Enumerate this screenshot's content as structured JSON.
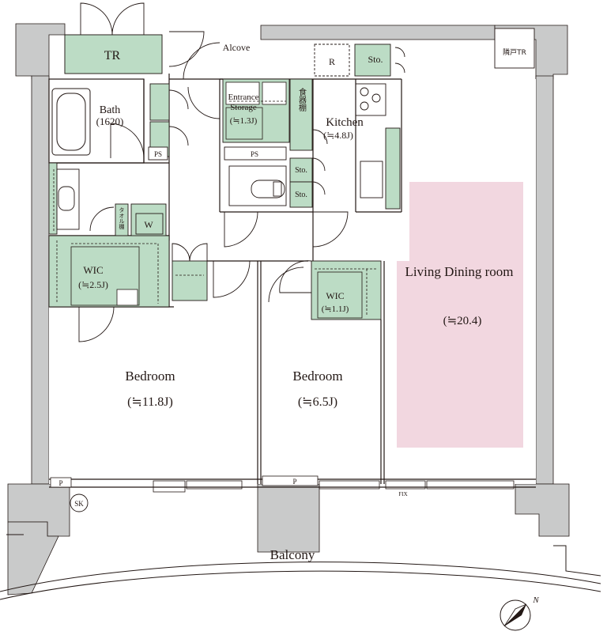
{
  "colors": {
    "wall": "#c9caca",
    "storage_fill": "#bcdcc5",
    "living_highlight": "#f2d7e0",
    "line": "#231815"
  },
  "rooms": {
    "tr_top": "TR",
    "alcove": "Alcove",
    "fridge": "R",
    "kitchen_storage": "Sto.",
    "neighbor_tr": "隣戸TR",
    "bath_name": "Bath",
    "bath_size": "(1620)",
    "entrance_storage_line1": "Entrance",
    "entrance_storage_line2": "Storage",
    "entrance_storage_size": "(≒1.3J)",
    "cupboard": "食器棚",
    "kitchen_name": "Kitchen",
    "kitchen_size": "(≒4.8J)",
    "ps_bath": "PS",
    "ps_hall": "PS",
    "sto_upper": "Sto.",
    "sto_lower": "Sto.",
    "towel_shelf": "タオル棚",
    "washer": "W",
    "wic_large_name": "WIC",
    "wic_large_size": "(≒2.5J)",
    "wic_small_name": "WIC",
    "wic_small_size": "(≒1.1J)",
    "living_name": "Living Dining room",
    "living_size": "(≒20.4)",
    "bedroom1_name": "Bedroom",
    "bedroom1_size": "(≒11.8J)",
    "bedroom2_name": "Bedroom",
    "bedroom2_size": "(≒6.5J)",
    "pipe_left": "P",
    "pipe_mid": "P",
    "fix": "FIX",
    "sk": "SK",
    "balcony": "Balcony",
    "compass_n": "N"
  },
  "icons": {
    "compass": "north-arrow-icon",
    "stove": "cooktop-icon",
    "bathtub": "bathtub-icon",
    "toilet": "toilet-icon",
    "sink": "washbasin-icon"
  }
}
